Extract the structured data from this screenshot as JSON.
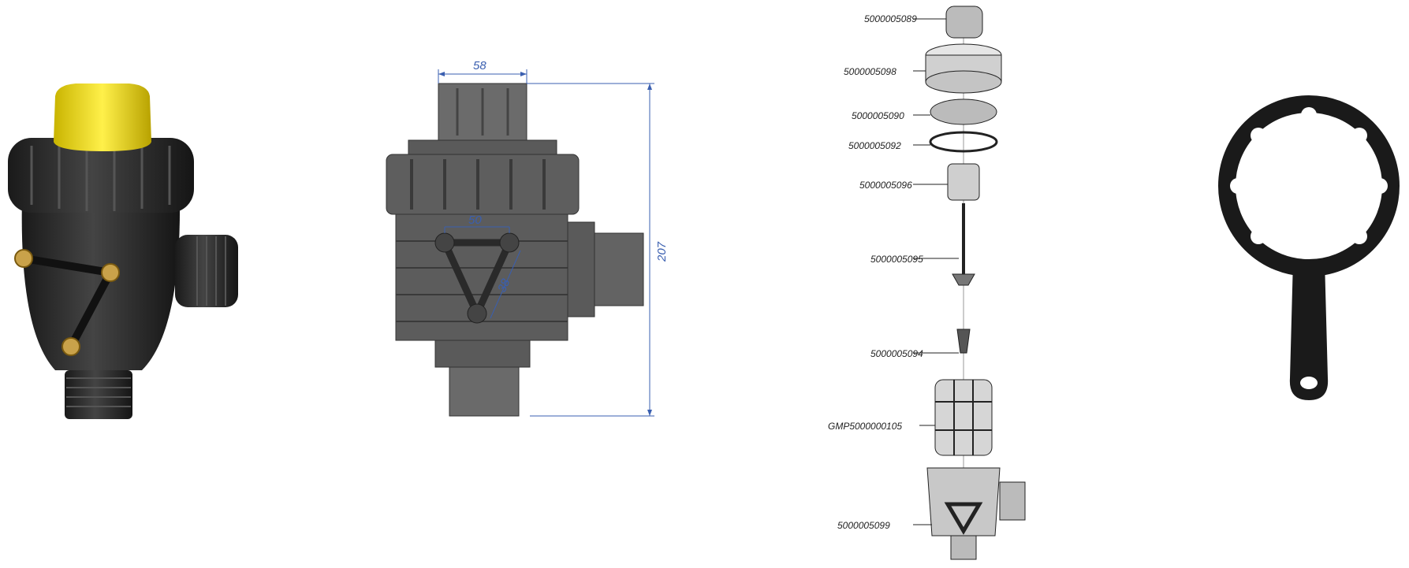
{
  "dimensions": {
    "width_top": "58",
    "height_total": "207",
    "bolt_spacing_h": "50",
    "bolt_spacing_diag": "38"
  },
  "parts": [
    {
      "code": "5000005089",
      "name": "cap"
    },
    {
      "code": "5000005098",
      "name": "ring-nut"
    },
    {
      "code": "5000005090",
      "name": "cover"
    },
    {
      "code": "5000005092",
      "name": "o-ring"
    },
    {
      "code": "5000005096",
      "name": "valve-seat"
    },
    {
      "code": "5000005095",
      "name": "valve-stem"
    },
    {
      "code": "5000005094",
      "name": "spring"
    },
    {
      "code": "GMP5000000105",
      "name": "filter-cartridge"
    },
    {
      "code": "5000005099",
      "name": "filter-body"
    }
  ],
  "colors": {
    "body": "#2a2a2a",
    "cap": "#f2e01a",
    "brass": "#c9a24a",
    "dimension_line": "#3a5fb0",
    "drawing_fill": "#5c5c5c"
  }
}
